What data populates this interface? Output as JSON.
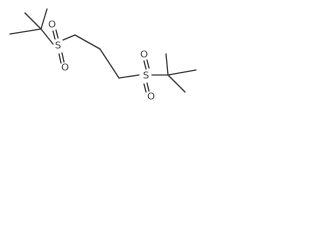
{
  "molecule": {
    "atoms": {
      "s1": "S",
      "s2": "S",
      "o1": "O",
      "o2": "O",
      "o3": "O",
      "o4": "O"
    },
    "colors": {
      "bond": "#3a3a3a",
      "label": "#3a3a3a",
      "background": "#ffffff"
    }
  }
}
